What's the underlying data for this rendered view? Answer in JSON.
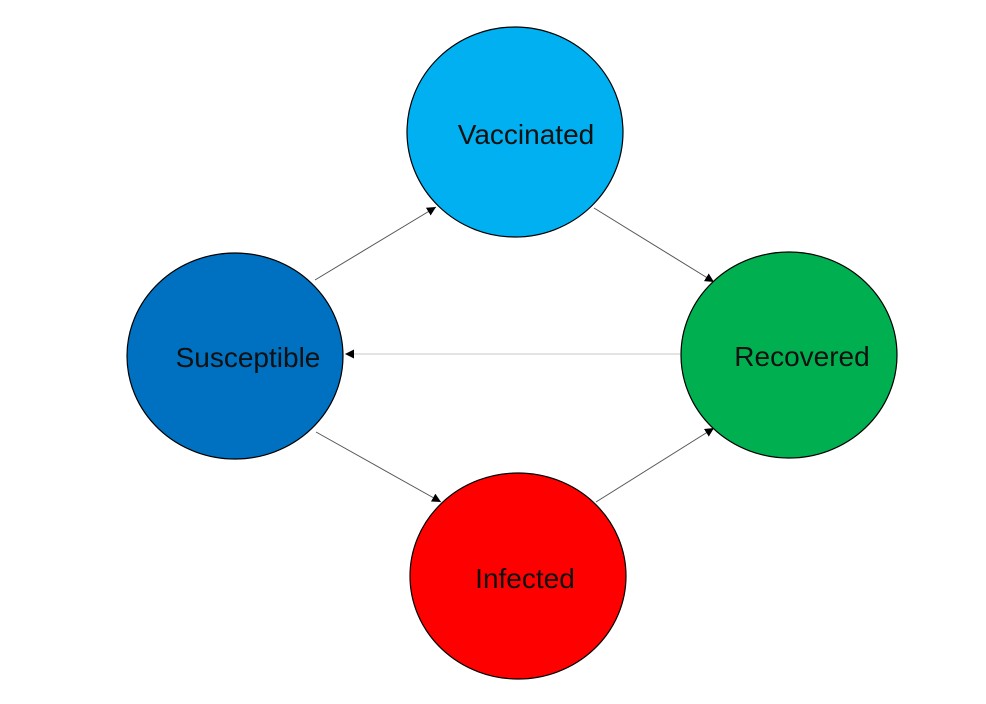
{
  "nodes": {
    "vaccinated": {
      "label": "Vaccinated",
      "color": "#00b0f0"
    },
    "susceptible": {
      "label": "Susceptible",
      "color": "#0070c0"
    },
    "recovered": {
      "label": "Recovered",
      "color": "#00b050"
    },
    "infected": {
      "label": "Infected",
      "color": "#ff0000"
    }
  },
  "edges": [
    {
      "from": "susceptible",
      "to": "vaccinated"
    },
    {
      "from": "vaccinated",
      "to": "recovered"
    },
    {
      "from": "recovered",
      "to": "susceptible"
    },
    {
      "from": "susceptible",
      "to": "infected"
    },
    {
      "from": "infected",
      "to": "recovered"
    }
  ],
  "colors": {
    "edge": "#555555",
    "edge_faint": "#c8c8c8",
    "arrowhead": "#000000"
  }
}
